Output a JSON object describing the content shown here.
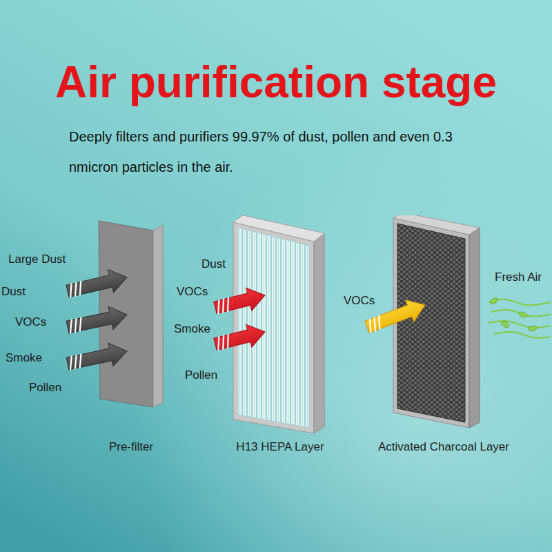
{
  "diagram": {
    "title": "Air purification stage",
    "nodes": [
      {
        "text": [
          "Pre-filter"
        ]
      },
      {
        "text": [
          "H13 HEPA Layer"
        ]
      },
      {
        "text": [
          "Activated Charcoal Layer"
        ]
      }
    ],
    "labels": [
      "Deeply filters and purifiers 99.97% of dust, pollen and even 0.3 nmicron particles in the air.",
      "Large Dust",
      "Dust",
      "VOCs",
      "Smoke",
      "Pollen",
      "Dust",
      "VOCs",
      "Smoke",
      "Pollen",
      "VOCs",
      "Fresh Air"
    ]
  }
}
